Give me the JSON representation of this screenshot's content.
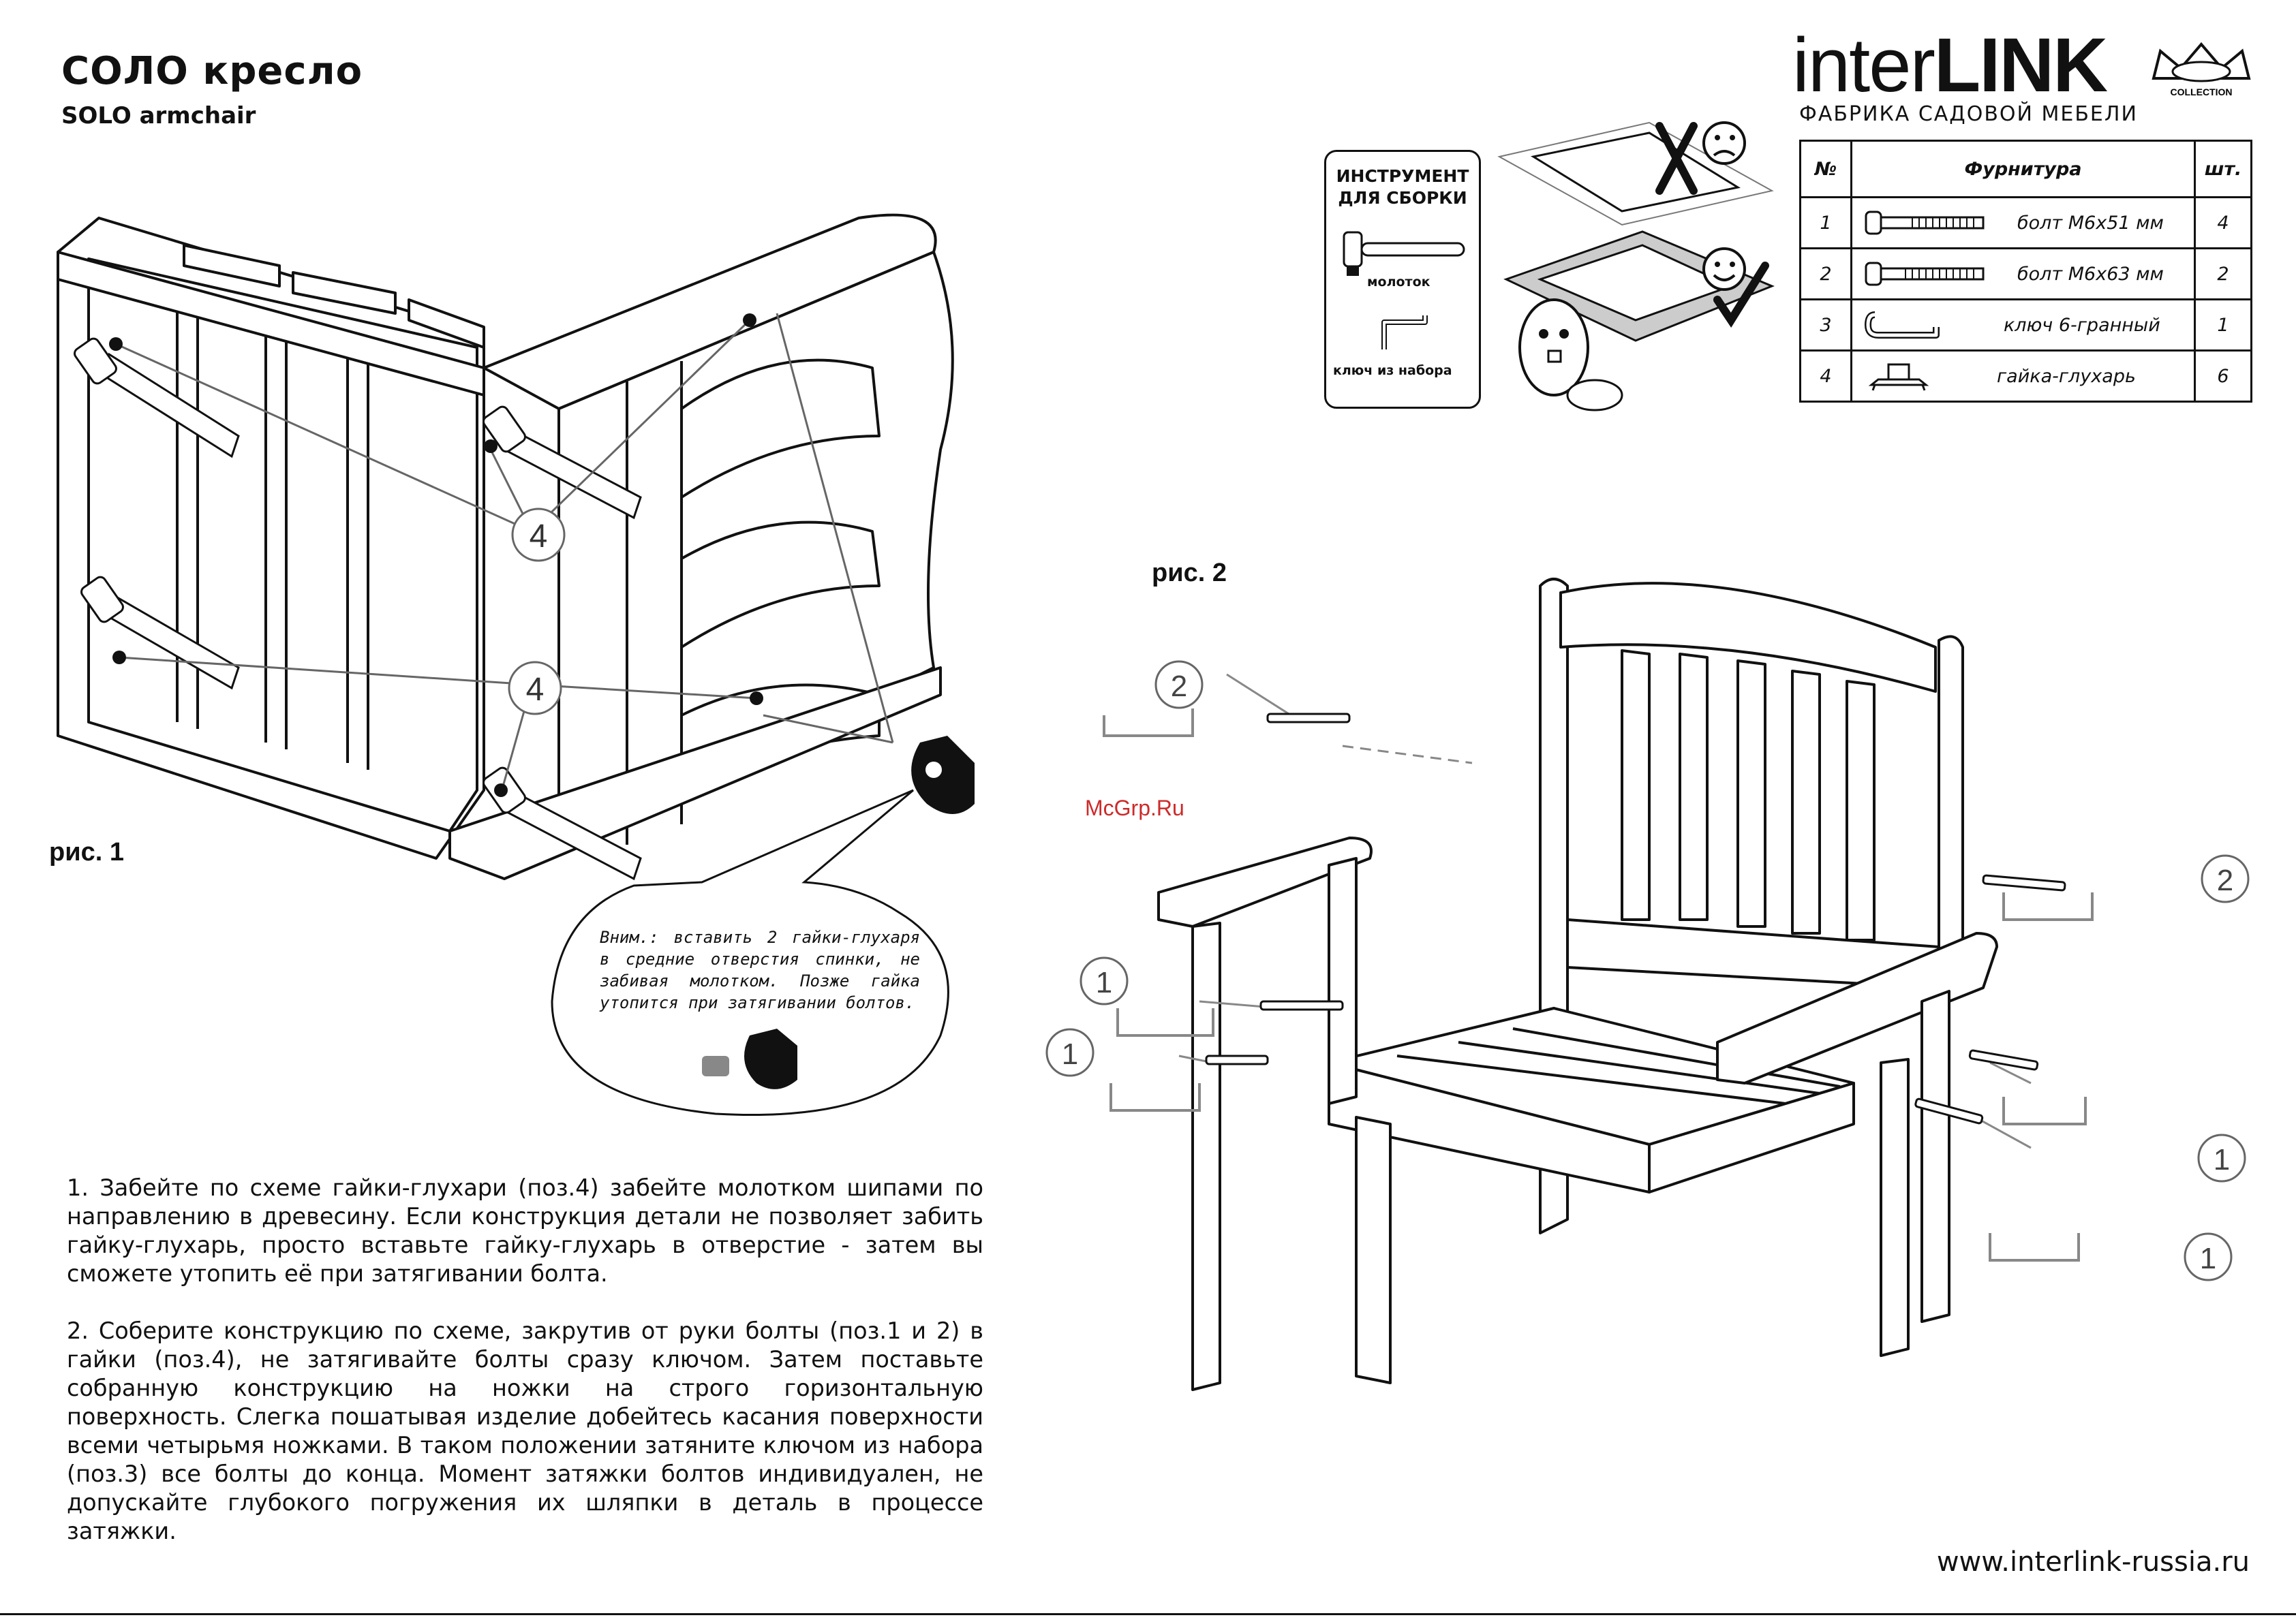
{
  "header": {
    "title_ru": "СОЛО кресло",
    "title_en": "SOLO armchair"
  },
  "logo": {
    "brand_light": "inter",
    "brand_bold": "LINK",
    "tagline": "ФАБРИКА САДОВОЙ МЕБЕЛИ",
    "badge_text": "COLLECTION"
  },
  "tools": {
    "title": "ИНСТРУМЕНТ ДЛЯ СБОРКИ",
    "hammer_label": "молоток",
    "key_label": "ключ из набора"
  },
  "parts_table": {
    "headers": [
      "№",
      "Фурнитура",
      "шт."
    ],
    "rows": [
      {
        "num": "1",
        "name": "болт М6х51 мм",
        "qty": "4",
        "icon": "bolt-icon"
      },
      {
        "num": "2",
        "name": "болт М6х63 мм",
        "qty": "2",
        "icon": "bolt-icon"
      },
      {
        "num": "3",
        "name": "ключ 6-гранный",
        "qty": "1",
        "icon": "hex-key-icon"
      },
      {
        "num": "4",
        "name": "гайка-глухарь",
        "qty": "6",
        "icon": "tee-nut-icon"
      }
    ]
  },
  "figures": {
    "fig1_label": "рис. 1",
    "fig2_label": "рис. 2",
    "fig1_callouts": [
      "4",
      "4"
    ],
    "fig2_callouts": [
      "2",
      "2",
      "1",
      "1",
      "1",
      "1"
    ]
  },
  "note": {
    "text": "Вним.: вставить 2 гайки-глухаря в средние отверстия спинки, не забивая молотком. Позже гайка утопится при затягивании болтов."
  },
  "instructions": {
    "step1": "1. Забейте по схеме гайки-глухари (поз.4) забейте  молотком шипами по направлению в древесину. Если конструкция детали не позволяет забить гайку-глухарь, просто вставьте гайку-глухарь в отверстие - затем вы сможете утопить её при затягивании болта.",
    "step2": "2. Соберите конструкцию по схеме, закрутив от руки болты (поз.1 и 2) в гайки (поз.4), не затягивайте болты сразу ключом. Затем поставьте собранную конструкцию на ножки на строго горизонтальную поверхность. Слегка пошатывая изделие добейтесь касания поверхности всеми четырьмя ножками. В таком положении затяните ключом из набора (поз.3) все болты до конца. Момент затяжки болтов индивидуален, не допускайте глубокого погружения их шляпки в деталь в процессе затяжки."
  },
  "footer": {
    "website": "www.interlink-russia.ru",
    "watermark": "McGrp.Ru"
  }
}
